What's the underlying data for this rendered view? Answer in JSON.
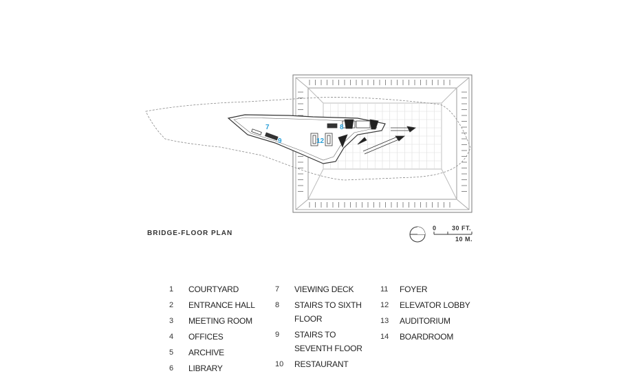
{
  "plan": {
    "title": "BRIDGE-FLOOR PLAN",
    "room_labels": [
      "7",
      "8",
      "9",
      "12"
    ]
  },
  "scale": {
    "zero": "0",
    "ft": "30 FT.",
    "m": "10 M."
  },
  "legend": {
    "col1": [
      {
        "num": "1",
        "label": "COURTYARD"
      },
      {
        "num": "2",
        "label": "ENTRANCE HALL"
      },
      {
        "num": "3",
        "label": "MEETING ROOM"
      },
      {
        "num": "4",
        "label": "OFFICES"
      },
      {
        "num": "5",
        "label": "ARCHIVE"
      },
      {
        "num": "6",
        "label": "LIBRARY"
      }
    ],
    "col2": [
      {
        "num": "7",
        "label": "VIEWING DECK"
      },
      {
        "num": "8",
        "label": "STAIRS TO SIXTH FLOOR"
      },
      {
        "num": "9",
        "label": "STAIRS TO SEVENTH FLOOR"
      },
      {
        "num": "10",
        "label": "RESTAURANT"
      }
    ],
    "col3": [
      {
        "num": "11",
        "label": "FOYER"
      },
      {
        "num": "12",
        "label": "ELEVATOR LOBBY"
      },
      {
        "num": "13",
        "label": "AUDITORIUM"
      },
      {
        "num": "14",
        "label": "BOARDROOM"
      }
    ]
  },
  "colors": {
    "line": "#555555",
    "accent": "#2a9fd8"
  }
}
